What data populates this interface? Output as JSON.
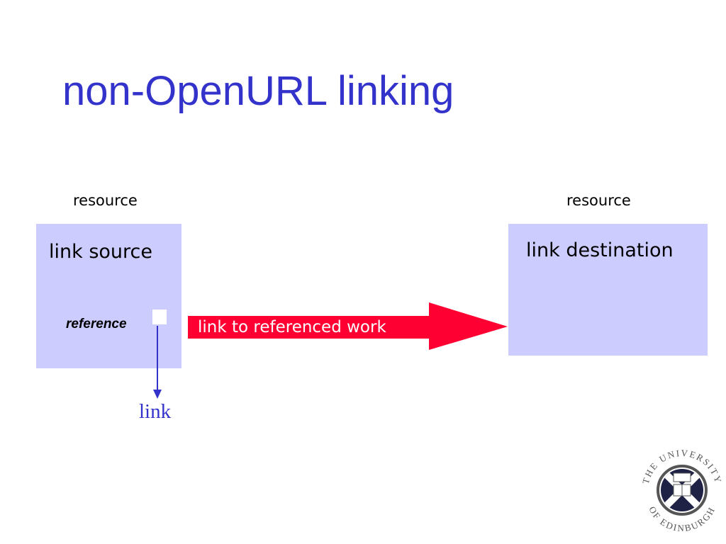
{
  "title": "non-OpenURL linking",
  "diagram": {
    "left_resource_label": "resource",
    "right_resource_label": "resource",
    "link_source_label": "link source",
    "link_destination_label": "link destination",
    "reference_label": "reference",
    "arrow_label": "link to referenced work",
    "link_label": "link",
    "colors": {
      "title": "#3333cc",
      "box_fill": "#ccccff",
      "arrow": "#ff0033",
      "link_line": "#3333cc"
    }
  },
  "logo": {
    "text_top": "THE UNIVERSITY",
    "text_bottom": "OF EDINBURGH"
  }
}
